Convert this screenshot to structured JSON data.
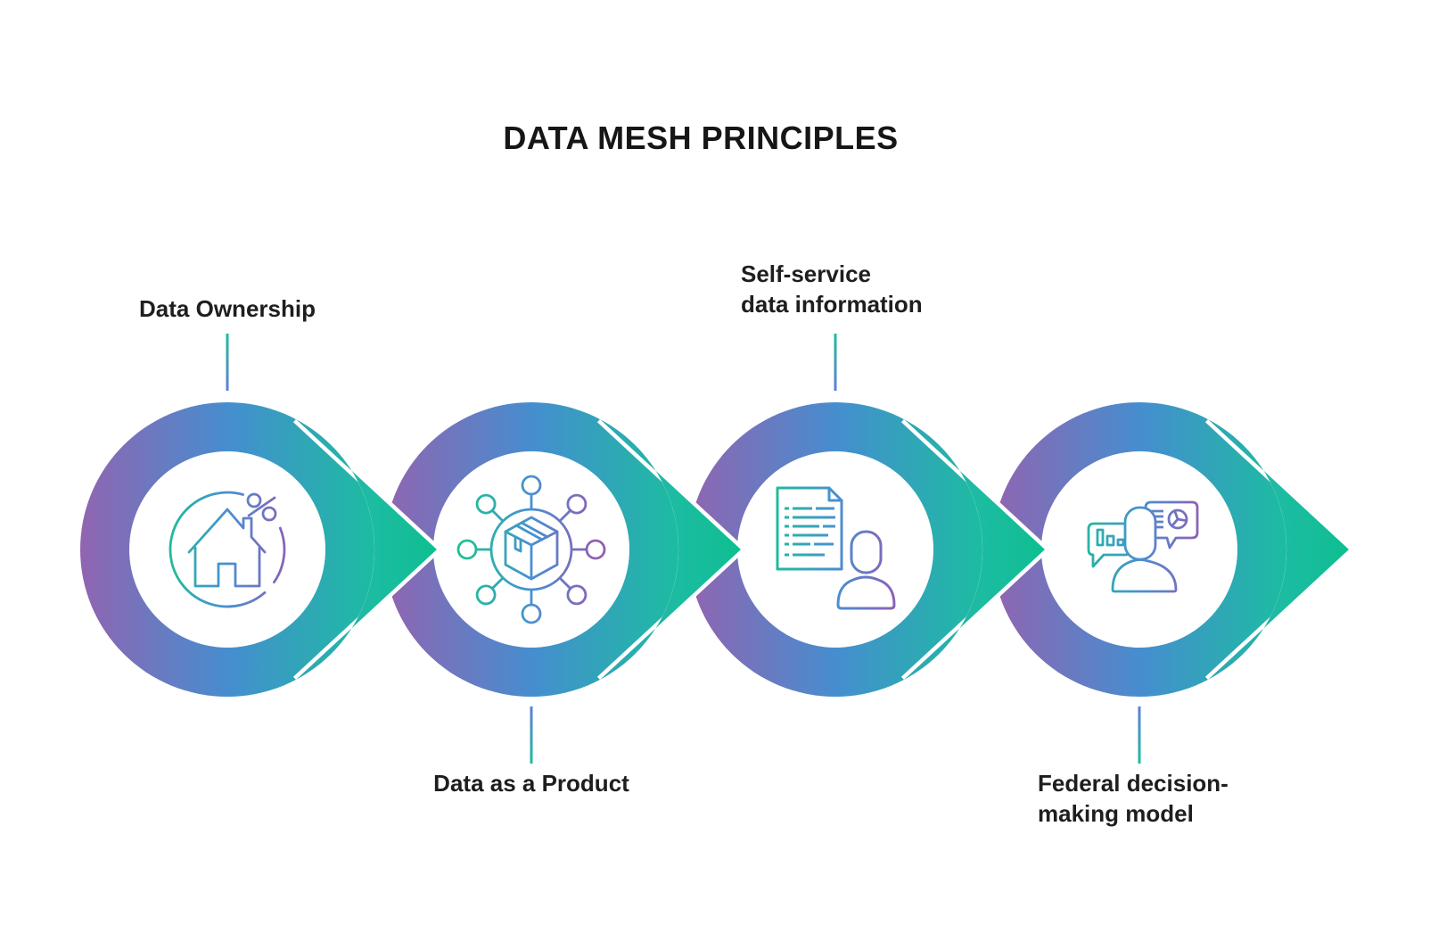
{
  "title": "DATA MESH PRINCIPLES",
  "nodes": [
    {
      "label_lines": [
        "Data Ownership"
      ],
      "label_position": "top",
      "icon": "house-percent"
    },
    {
      "label_lines": [
        "Data as a Product"
      ],
      "label_position": "bottom",
      "icon": "box-network"
    },
    {
      "label_lines": [
        "Self-service",
        "data information"
      ],
      "label_position": "top",
      "icon": "document-user"
    },
    {
      "label_lines": [
        "Federal decision-",
        "making model"
      ],
      "label_position": "bottom",
      "icon": "person-chat-charts"
    }
  ],
  "colors": {
    "ring_gradient": {
      "purple": "#9164B1",
      "blue": "#458ECF",
      "teal": "#1CBCA1",
      "green": "#0EBE92"
    },
    "icon_gradient": {
      "green": "#1EBE98",
      "blue": "#4890D2",
      "purple": "#8F5FB4"
    },
    "connector": {
      "green": "#1FBE9A",
      "blue": "#5F7FD8"
    },
    "title_text": "#161616",
    "label_text": "#1E1E1E",
    "background": "#FFFFFF"
  }
}
